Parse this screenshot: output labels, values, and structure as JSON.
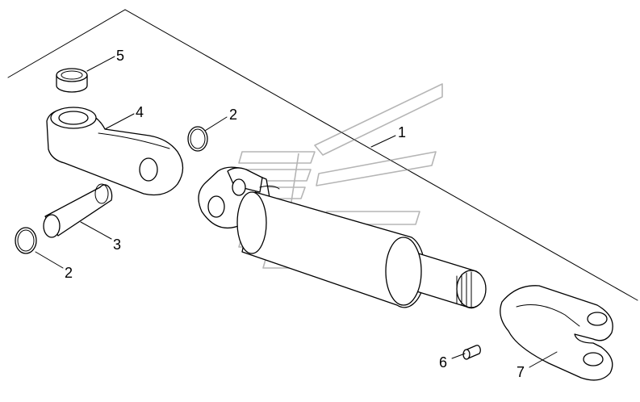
{
  "callouts": [
    {
      "id": "cylinder",
      "label": "1"
    },
    {
      "id": "snap-ring-upper",
      "label": "2"
    },
    {
      "id": "snap-ring-lower",
      "label": "2"
    },
    {
      "id": "pin",
      "label": "3"
    },
    {
      "id": "arm",
      "label": "4"
    },
    {
      "id": "bushing",
      "label": "5"
    },
    {
      "id": "fitting",
      "label": "6"
    },
    {
      "id": "clevis",
      "label": "7"
    }
  ],
  "colors": {
    "line": "#000000",
    "background": "#ffffff",
    "watermark": "#7a7a7a"
  }
}
